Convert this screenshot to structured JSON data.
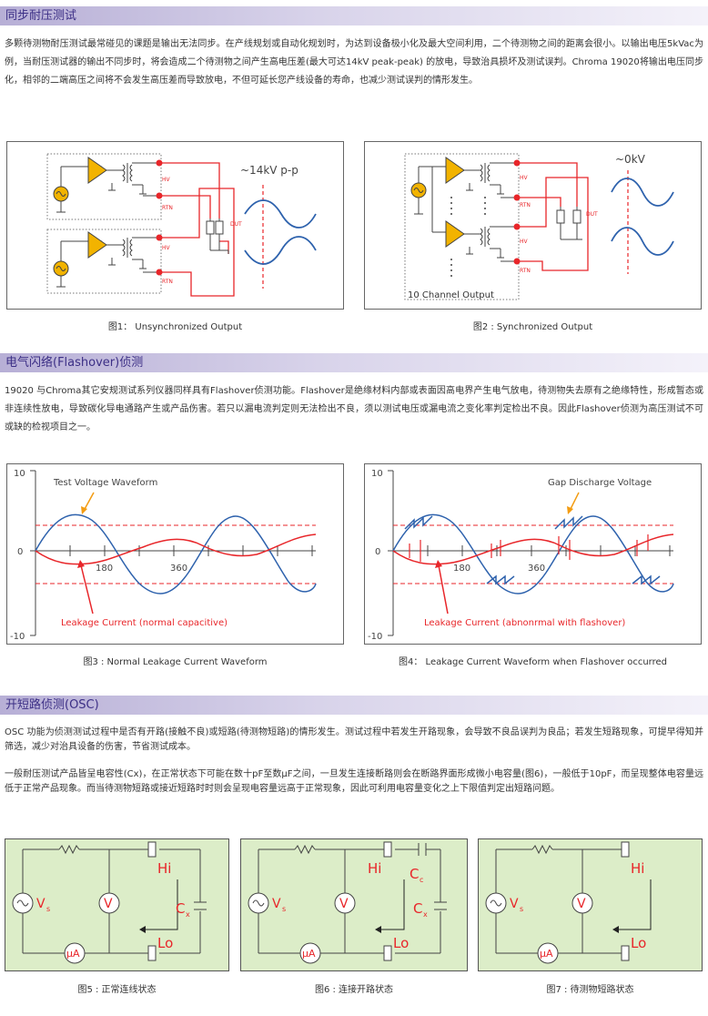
{
  "sections": [
    {
      "title": "同步耐压测试",
      "paragraphs": [
        "多颗待测物耐压测试最常碰见的课题是输出无法同步。在产线规划或自动化规划时，为达到设备极小化及最大空间利用，二个待测物之间的距离会很小。以输出电压5kVac为例，当耐压测试器的输出不同步时，将会造成二个待测物之间产生高电压差(最大可达14kV peak-peak) 的放电，导致治具损坏及测试误判。Chroma 19020将输出电压同步化，相邻的二端高压之间将不会发生高压差而导致放电，不但可延长您产线设备的寿命，也减少测试误判的情形发生。"
      ]
    },
    {
      "title": "电气闪络(Flashover)侦测",
      "paragraphs": [
        "19020 与Chroma其它安规测试系列仪器同样具有Flashover侦测功能。Flashover是绝缘材料内部或表面因高电界产生电气放电，待测物失去原有之绝缘特性，形成暂态或非连续性放电，导致碳化导电通路产生或产品伤害。若只以漏电流判定则无法检出不良，须以测试电压或漏电流之变化率判定检出不良。因此Flashover侦测为高压测试不可或缺的检视项目之一。"
      ]
    },
    {
      "title": "开短路侦测(OSC)",
      "paragraphs": [
        "OSC 功能为侦测测试过程中是否有开路(接触不良)或短路(待测物短路)的情形发生。测试过程中若发生开路现象，会导致不良品误判为良品；若发生短路现象，可提早得知并筛选，减少对治具设备的伤害，节省测试成本。",
        "一般耐压测试产品皆呈电容性(Cx)，在正常状态下可能在数十pF至数μF之间，一旦发生连接断路则会在断路界面形成微小电容量(图6)，一般低于10pF，而呈现整体电容量远低于正常产品现象。而当待测物短路或接近短路时时则会呈现电容量远高于正常现象，因此可利用电容量变化之上下限值判定出短路问题。"
      ]
    }
  ],
  "figures": {
    "fig1": {
      "caption": "图1： Unsynchronized Output",
      "voltage": "~14kV p-p",
      "hv": "HV",
      "rtn": "RTN",
      "dut": "DUT"
    },
    "fig2": {
      "caption": "图2 : Synchronized Output",
      "voltage": "~0kV",
      "hv": "HV",
      "rtn": "RTN",
      "dut": "DUT",
      "channel": "10 Channel Output"
    },
    "fig3": {
      "caption": "图3 : Normal Leakage Current Waveform",
      "voltage_label": "Test Voltage Waveform",
      "current_label": "Leakage Current (normal capacitive)"
    },
    "fig4": {
      "caption": "图4： Leakage Current Waveform when Flashover occurred",
      "voltage_label": "Gap Discharge Voltage",
      "current_label": "Leakage Current (abnonrmal with flashover)"
    },
    "fig5": {
      "caption": "图5 : 正常连线状态"
    },
    "fig6": {
      "caption": "图6 : 连接开路状态"
    },
    "fig7": {
      "caption": "图7 : 待测物短路状态"
    },
    "axes": {
      "y_top": "10",
      "y_zero": "0",
      "y_bottom": "-10",
      "x_180": "180",
      "x_360": "360"
    },
    "osc_labels": {
      "vs": "V",
      "vs_sub": "s",
      "v": "V",
      "ua": "μA",
      "hi": "Hi",
      "lo": "Lo",
      "cx": "C",
      "cx_sub": "x",
      "cc": "C",
      "cc_sub": "c"
    }
  },
  "colors": {
    "header_text": "#3c2f86",
    "circuit_red": "#e8262a",
    "wave_blue": "#2e62ad",
    "amp_yellow": "#f2b300",
    "orange": "#f39c12",
    "osc_bg": "#dcedc8"
  }
}
